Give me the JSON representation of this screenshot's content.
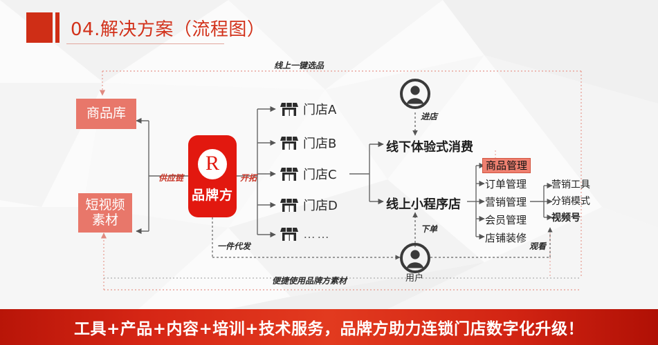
{
  "slide": {
    "title": "04.解决方案（流程图）",
    "banner_text": "工具+产品+内容+培训+技术服务，品牌方助力连锁门店数字化升级！",
    "accent_red": "#cf2e16",
    "salmon": "#e8776a",
    "brand_red": "#e2180f"
  },
  "left_nodes": [
    {
      "label_line1": "商品库",
      "label_line2": ""
    },
    {
      "label_line1": "短视频",
      "label_line2": "素材"
    }
  ],
  "brand": {
    "logo_letter": "R",
    "label": "品牌方"
  },
  "stores": [
    {
      "label": "门店A",
      "icon": "storefront-icon"
    },
    {
      "label": "门店B",
      "icon": "storefront-icon"
    },
    {
      "label": "门店C",
      "icon": "storefront-icon"
    },
    {
      "label": "门店D",
      "icon": "storefront-icon"
    },
    {
      "label": "……",
      "icon": "storefront-icon"
    }
  ],
  "channels": {
    "offline": "线下体验式消费",
    "online": "线上小程序店"
  },
  "menu": {
    "items": [
      {
        "label": "商品管理",
        "highlighted": true
      },
      {
        "label": "订单管理",
        "highlighted": false
      },
      {
        "label": "营销管理",
        "highlighted": false
      },
      {
        "label": "会员管理",
        "highlighted": false
      },
      {
        "label": "店铺装修",
        "highlighted": false
      }
    ]
  },
  "submenu": {
    "items": [
      {
        "label": "营销工具",
        "bold": false
      },
      {
        "label": "分销模式",
        "bold": false
      },
      {
        "label": "视频号",
        "bold": true
      }
    ]
  },
  "actors": {
    "consumer_caption": "",
    "user_caption": "用户"
  },
  "annotations": {
    "top_select": "线上一键选品",
    "supply_chain": "供应链",
    "expand": "开拓",
    "enter_store": "进店",
    "place_order": "下单",
    "dropship": "一件代发",
    "watch": "观看",
    "easy_material": "便捷使用品牌方素材"
  }
}
